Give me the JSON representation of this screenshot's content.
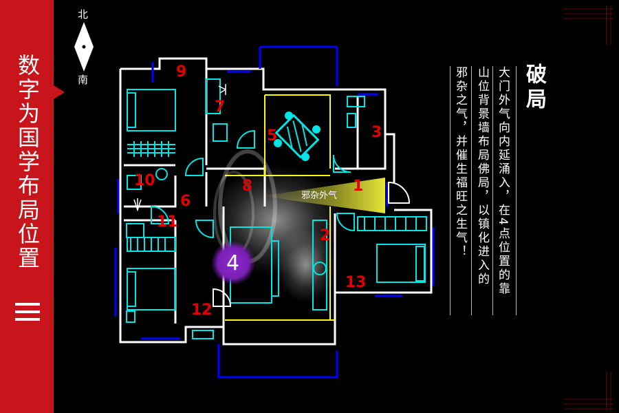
{
  "sidebar": {
    "title": "数字为国学布局位置",
    "mark_icon": "triple-bar-icon",
    "color": "#c8141b"
  },
  "compass": {
    "north": "北",
    "south": "南",
    "icon": "compass-needle-icon"
  },
  "floor_plan": {
    "room_numbers": [
      "9",
      "7",
      "5",
      "3",
      "10",
      "8",
      "6",
      "1",
      "11",
      "2",
      "4",
      "13",
      "12"
    ],
    "center_number": "4",
    "evil_energy_label": "邪杂外气",
    "wall_color": "#ffffff",
    "furniture_color": "#00e5e5",
    "door_color": "#0000ff",
    "highlight_color": "#ffff00",
    "center_marker_color": "#7a1fb5"
  },
  "text": {
    "title": "破局",
    "columns": [
      "大门外气向内延涌入，在4点位置的靠",
      "山位背景墙布局佛局，以镇化进入的",
      "邪杂之气，并催生福旺之生气！"
    ]
  }
}
